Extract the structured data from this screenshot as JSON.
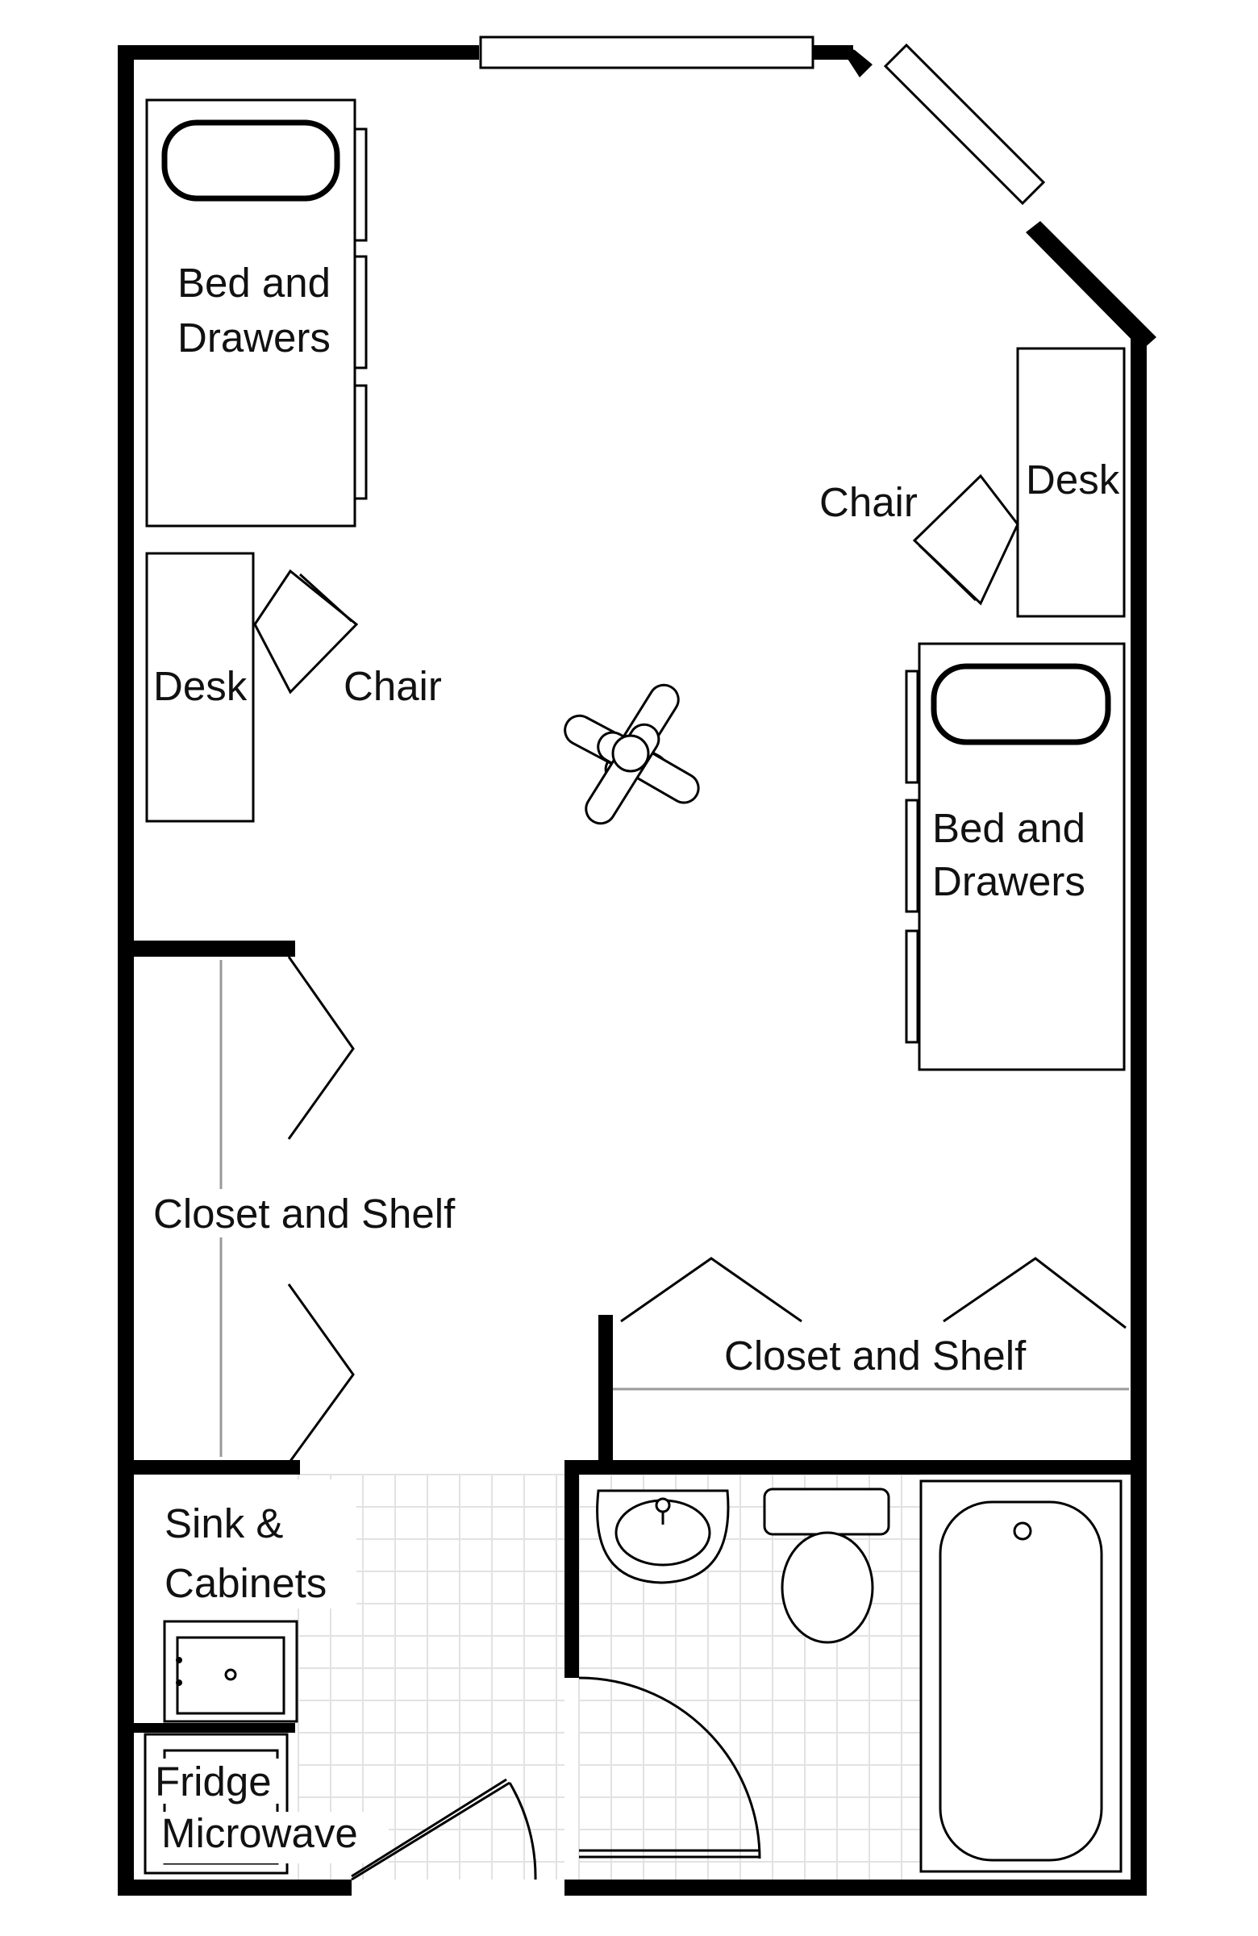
{
  "labels": {
    "bed_left_1": "Bed and",
    "bed_left_2": "Drawers",
    "desk_left": "Desk",
    "chair_left": "Chair",
    "desk_right": "Desk",
    "chair_right": "Chair",
    "bed_right_1": "Bed and",
    "bed_right_2": "Drawers",
    "closet_left": "Closet and Shelf",
    "closet_right": "Closet and Shelf",
    "sink_1": "Sink &",
    "sink_2": "Cabinets",
    "fridge": "Fridge",
    "microwave": "Microwave"
  },
  "colors": {
    "wall": "#000000",
    "tile_lines": "#e2e2e2",
    "background": "#ffffff"
  }
}
